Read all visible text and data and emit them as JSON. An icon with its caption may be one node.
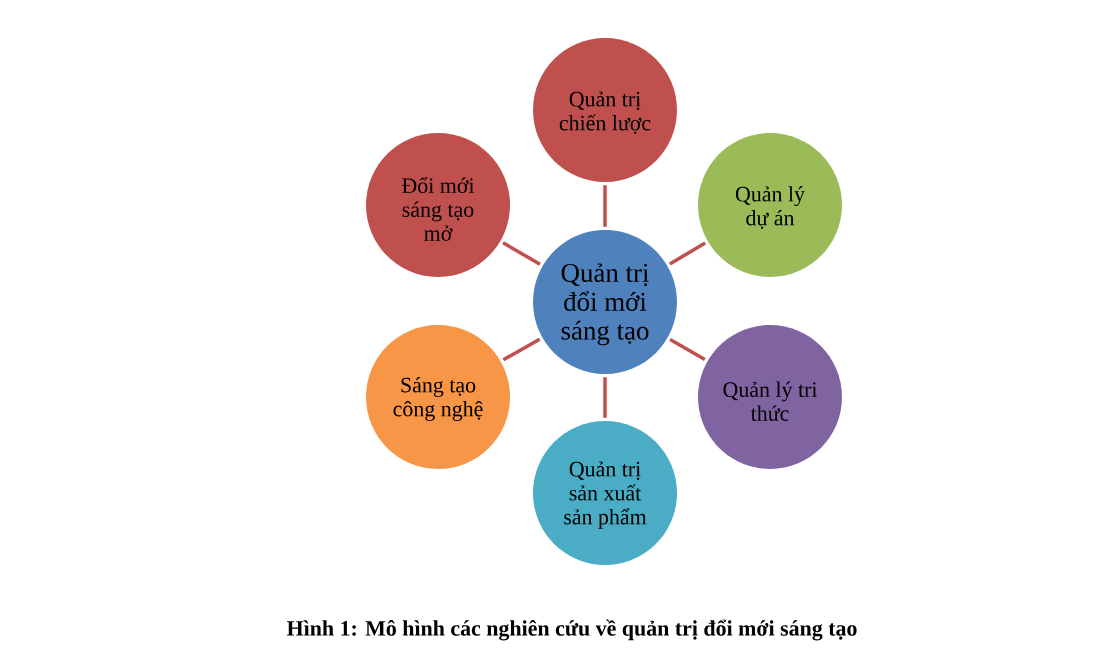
{
  "diagram": {
    "caption": "Hình 1: Mô hình các nghiên cứu về quản trị đổi mới sáng tạo",
    "nodes": [
      {
        "text": [
          "Quản trị chiến lược"
        ]
      },
      {
        "text": [
          "Đổi mới sáng tạo mở"
        ]
      },
      {
        "text": [
          "Quản lý dự án"
        ]
      },
      {
        "text": [
          "Quản trị đổi mới sáng tạo"
        ]
      },
      {
        "text": [
          "Sáng tạo công nghệ"
        ]
      },
      {
        "text": [
          "Quản lý tri thức"
        ]
      },
      {
        "text": [
          "Quản trị sản xuất sản phẩm"
        ]
      }
    ],
    "edges": [
      {
        "from": 3,
        "to": 0,
        "arrow": "none"
      },
      {
        "from": 3,
        "to": 2,
        "arrow": "none"
      },
      {
        "from": 3,
        "to": 5,
        "arrow": "none"
      },
      {
        "from": 3,
        "to": 6,
        "arrow": "none"
      },
      {
        "from": 3,
        "to": 4,
        "arrow": "none"
      },
      {
        "from": 3,
        "to": 1,
        "arrow": "none"
      }
    ]
  }
}
